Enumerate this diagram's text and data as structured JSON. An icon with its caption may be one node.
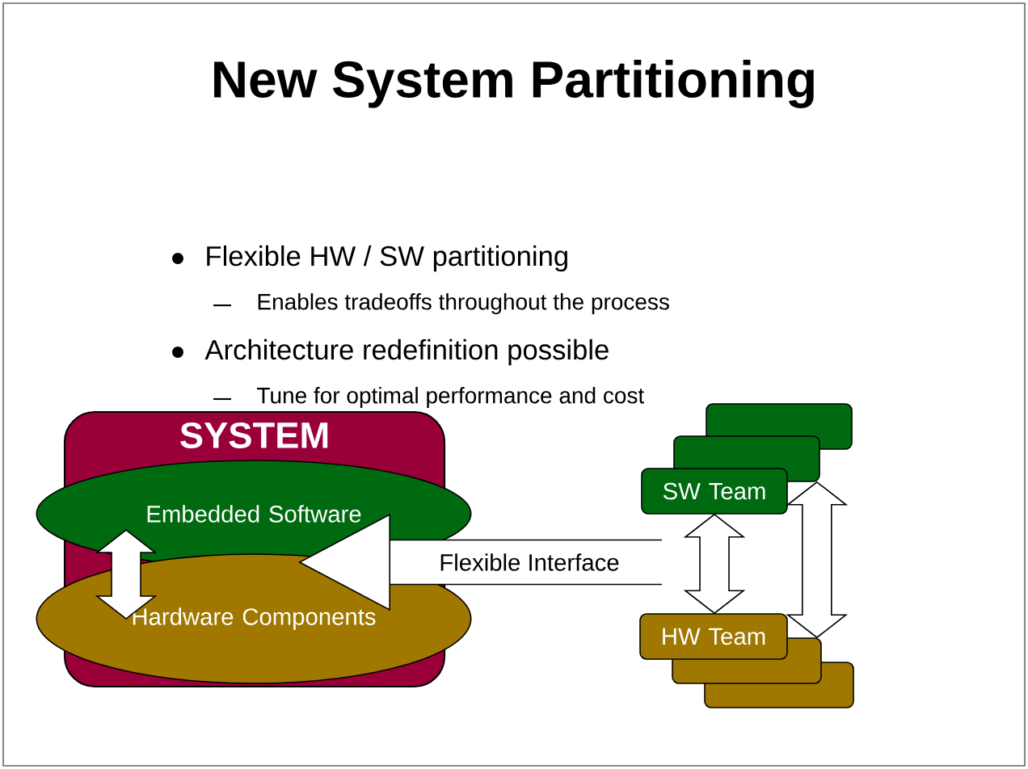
{
  "diagram": {
    "title": "New System Partitioning",
    "nodes": [
      {
        "text": [
          "SYSTEM"
        ]
      },
      {
        "text": [
          "Embedded Software"
        ],
        "in": 0
      },
      {
        "text": [
          "Hardware Components"
        ],
        "in": 0
      },
      {
        "text": [],
        "shape": "box"
      },
      {
        "text": [],
        "shape": "box"
      },
      {
        "text": [
          "SW Team"
        ]
      },
      {
        "text": [],
        "shape": "box"
      },
      {
        "text": [],
        "shape": "box"
      },
      {
        "text": [
          "HW Team"
        ]
      }
    ],
    "edges": [
      {
        "from": 1,
        "to": 2,
        "arrow": "both"
      },
      {
        "from": null,
        "to": 0,
        "arrow": "to",
        "label": "Flexible Interface"
      },
      {
        "from": 4,
        "to": 7,
        "arrow": "both"
      },
      {
        "from": 5,
        "to": 8,
        "arrow": "both"
      }
    ],
    "labels": [
      "Flexible HW / SW partitioning",
      "Enables tradeoffs throughout the process",
      "Architecture redefinition possible",
      "Tune for optimal performance and cost"
    ]
  }
}
